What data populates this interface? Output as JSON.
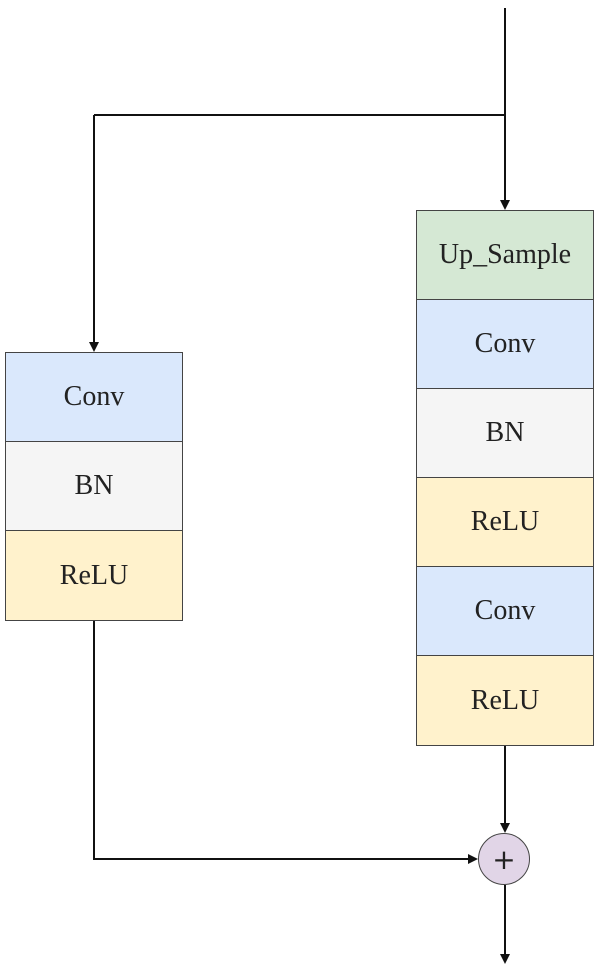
{
  "diagram": {
    "left_branch": {
      "blocks": [
        {
          "label": "Conv",
          "color": "#dae8fc"
        },
        {
          "label": "BN",
          "color": "#f5f5f5"
        },
        {
          "label": "ReLU",
          "color": "#fff2cc"
        }
      ]
    },
    "right_branch": {
      "blocks": [
        {
          "label": "Up_Sample",
          "color": "#d5e8d4"
        },
        {
          "label": "Conv",
          "color": "#dae8fc"
        },
        {
          "label": "BN",
          "color": "#f5f5f5"
        },
        {
          "label": "ReLU",
          "color": "#fff2cc"
        },
        {
          "label": "Conv",
          "color": "#dae8fc"
        },
        {
          "label": "ReLU",
          "color": "#fff2cc"
        }
      ]
    },
    "merge": {
      "symbol": "+",
      "color": "#e1d5e7"
    },
    "line_color": "#111111"
  }
}
